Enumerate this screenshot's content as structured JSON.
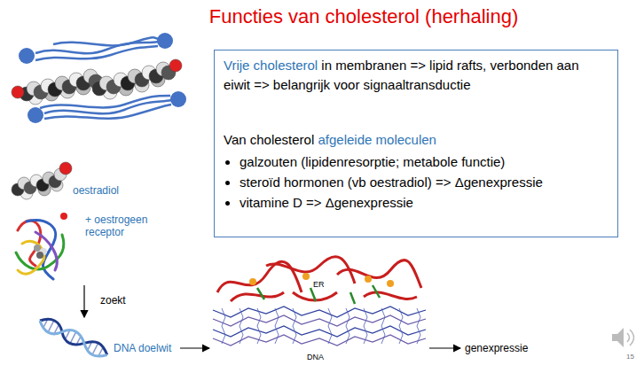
{
  "diagram": {
    "title": "Functies van cholesterol (herhaling)",
    "nodes": [
      {
        "text": [
          "Vrije cholesterol",
          "in membranen => lipid rafts, verbonden aan eiwit => belangrijk voor signaaltransductie",
          "Van cholesterol",
          "afgeleide moleculen",
          "galzouten (lipidenresorptie; metabole functie)",
          "steroïd hormonen (vb oestradiol) => Δgenexpressie",
          "vitamine D => Δgenexpressie"
        ]
      }
    ],
    "labels": [
      "oestradiol",
      "+ oestrogeen receptor",
      "zoekt",
      "DNA doelwit",
      "ER",
      "DNA",
      "genexpressie",
      "15"
    ]
  }
}
